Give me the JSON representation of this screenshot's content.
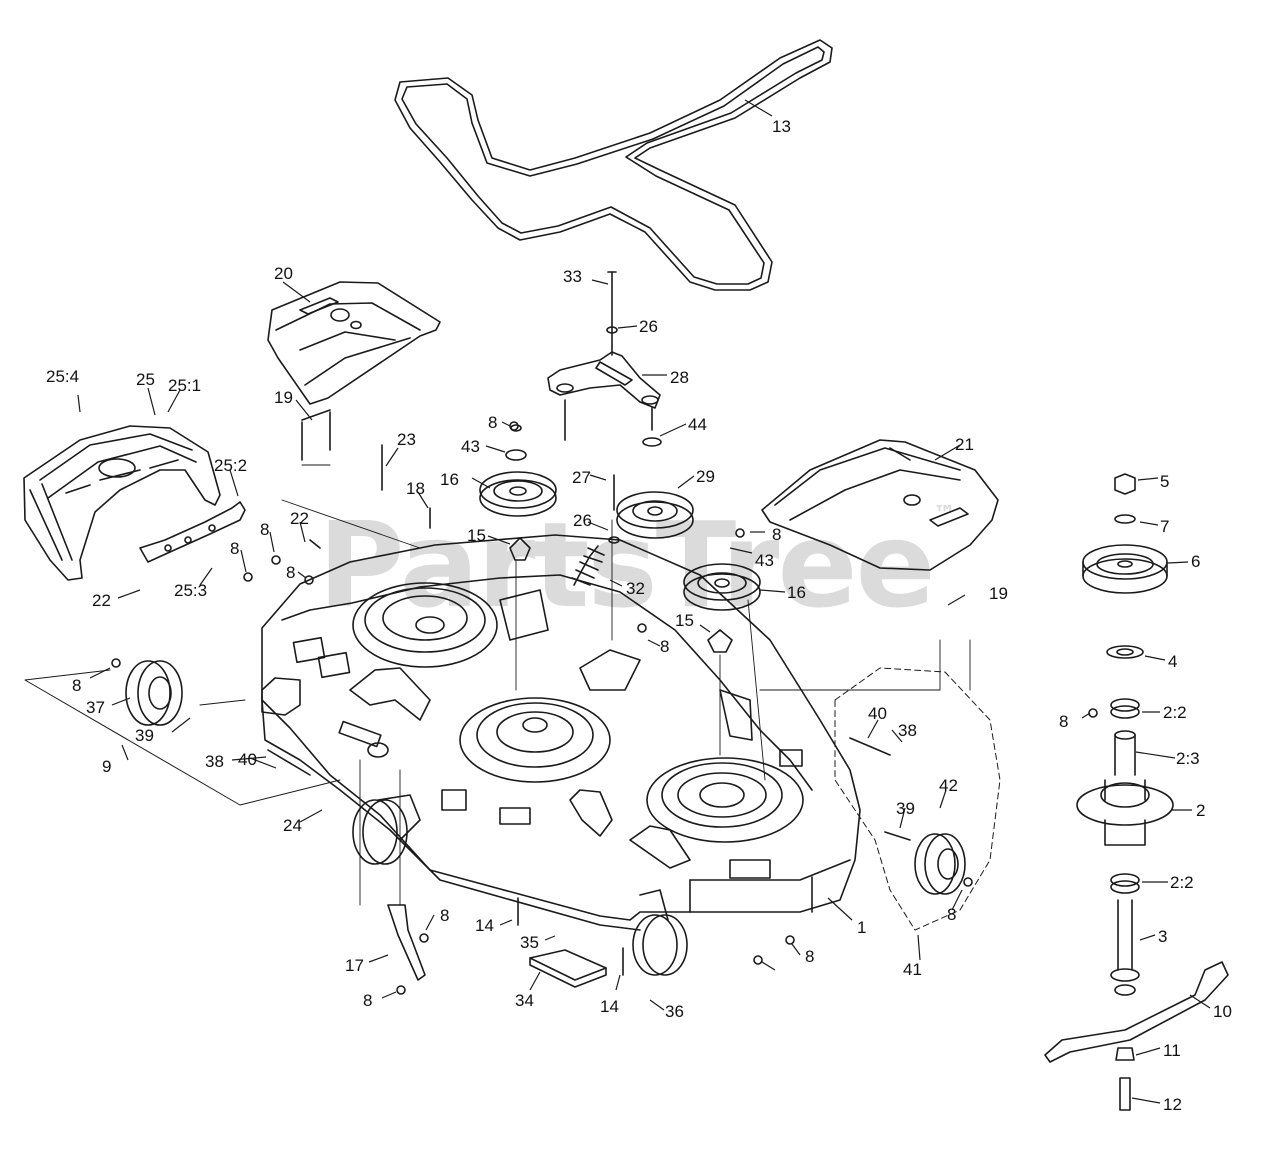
{
  "watermark": {
    "text": "PartsTree",
    "mark": "™"
  },
  "callouts": [
    {
      "id": "c13",
      "label": "13"
    },
    {
      "id": "c20",
      "label": "20"
    },
    {
      "id": "c33",
      "label": "33"
    },
    {
      "id": "c26a",
      "label": "26"
    },
    {
      "id": "c28",
      "label": "28"
    },
    {
      "id": "c25_4",
      "label": "25:4"
    },
    {
      "id": "c25",
      "label": "25"
    },
    {
      "id": "c25_1",
      "label": "25:1"
    },
    {
      "id": "c19a",
      "label": "19"
    },
    {
      "id": "c8a",
      "label": "8"
    },
    {
      "id": "c44",
      "label": "44"
    },
    {
      "id": "c43a",
      "label": "43"
    },
    {
      "id": "c23",
      "label": "23"
    },
    {
      "id": "c21",
      "label": "21"
    },
    {
      "id": "c5",
      "label": "5"
    },
    {
      "id": "c16a",
      "label": "16"
    },
    {
      "id": "c27",
      "label": "27"
    },
    {
      "id": "c29",
      "label": "29"
    },
    {
      "id": "c25_2",
      "label": "25:2"
    },
    {
      "id": "c18",
      "label": "18"
    },
    {
      "id": "c7",
      "label": "7"
    },
    {
      "id": "c22a",
      "label": "22"
    },
    {
      "id": "c26b",
      "label": "26"
    },
    {
      "id": "c8b",
      "label": "8"
    },
    {
      "id": "c8c",
      "label": "8"
    },
    {
      "id": "c15a",
      "label": "15"
    },
    {
      "id": "c6",
      "label": "6"
    },
    {
      "id": "c43b",
      "label": "43"
    },
    {
      "id": "c8d",
      "label": "8"
    },
    {
      "id": "c8e",
      "label": "8"
    },
    {
      "id": "c32",
      "label": "32"
    },
    {
      "id": "c16b",
      "label": "16"
    },
    {
      "id": "c19b",
      "label": "19"
    },
    {
      "id": "c22b",
      "label": "22"
    },
    {
      "id": "c25_3",
      "label": "25:3"
    },
    {
      "id": "c15b",
      "label": "15"
    },
    {
      "id": "c8f",
      "label": "8"
    },
    {
      "id": "c4",
      "label": "4"
    },
    {
      "id": "c8g",
      "label": "8"
    },
    {
      "id": "c37",
      "label": "37"
    },
    {
      "id": "c40a",
      "label": "40"
    },
    {
      "id": "c38a",
      "label": "38"
    },
    {
      "id": "c8h",
      "label": "8"
    },
    {
      "id": "c2_2a",
      "label": "2:2"
    },
    {
      "id": "c39a",
      "label": "39"
    },
    {
      "id": "c38b",
      "label": "38"
    },
    {
      "id": "c2_3",
      "label": "2:3"
    },
    {
      "id": "c9",
      "label": "9"
    },
    {
      "id": "c40b",
      "label": "40"
    },
    {
      "id": "c42",
      "label": "42"
    },
    {
      "id": "c2",
      "label": "2"
    },
    {
      "id": "c24",
      "label": "24"
    },
    {
      "id": "c39b",
      "label": "39"
    },
    {
      "id": "c2_2b",
      "label": "2:2"
    },
    {
      "id": "c1",
      "label": "1"
    },
    {
      "id": "c8i",
      "label": "8"
    },
    {
      "id": "c14a",
      "label": "14"
    },
    {
      "id": "c3",
      "label": "3"
    },
    {
      "id": "c35",
      "label": "35"
    },
    {
      "id": "c8j",
      "label": "8"
    },
    {
      "id": "c17",
      "label": "17"
    },
    {
      "id": "c8k",
      "label": "8"
    },
    {
      "id": "c41",
      "label": "41"
    },
    {
      "id": "c8l",
      "label": "8"
    },
    {
      "id": "c34",
      "label": "34"
    },
    {
      "id": "c14b",
      "label": "14"
    },
    {
      "id": "c36",
      "label": "36"
    },
    {
      "id": "c10",
      "label": "10"
    },
    {
      "id": "c11",
      "label": "11"
    },
    {
      "id": "c12",
      "label": "12"
    }
  ]
}
